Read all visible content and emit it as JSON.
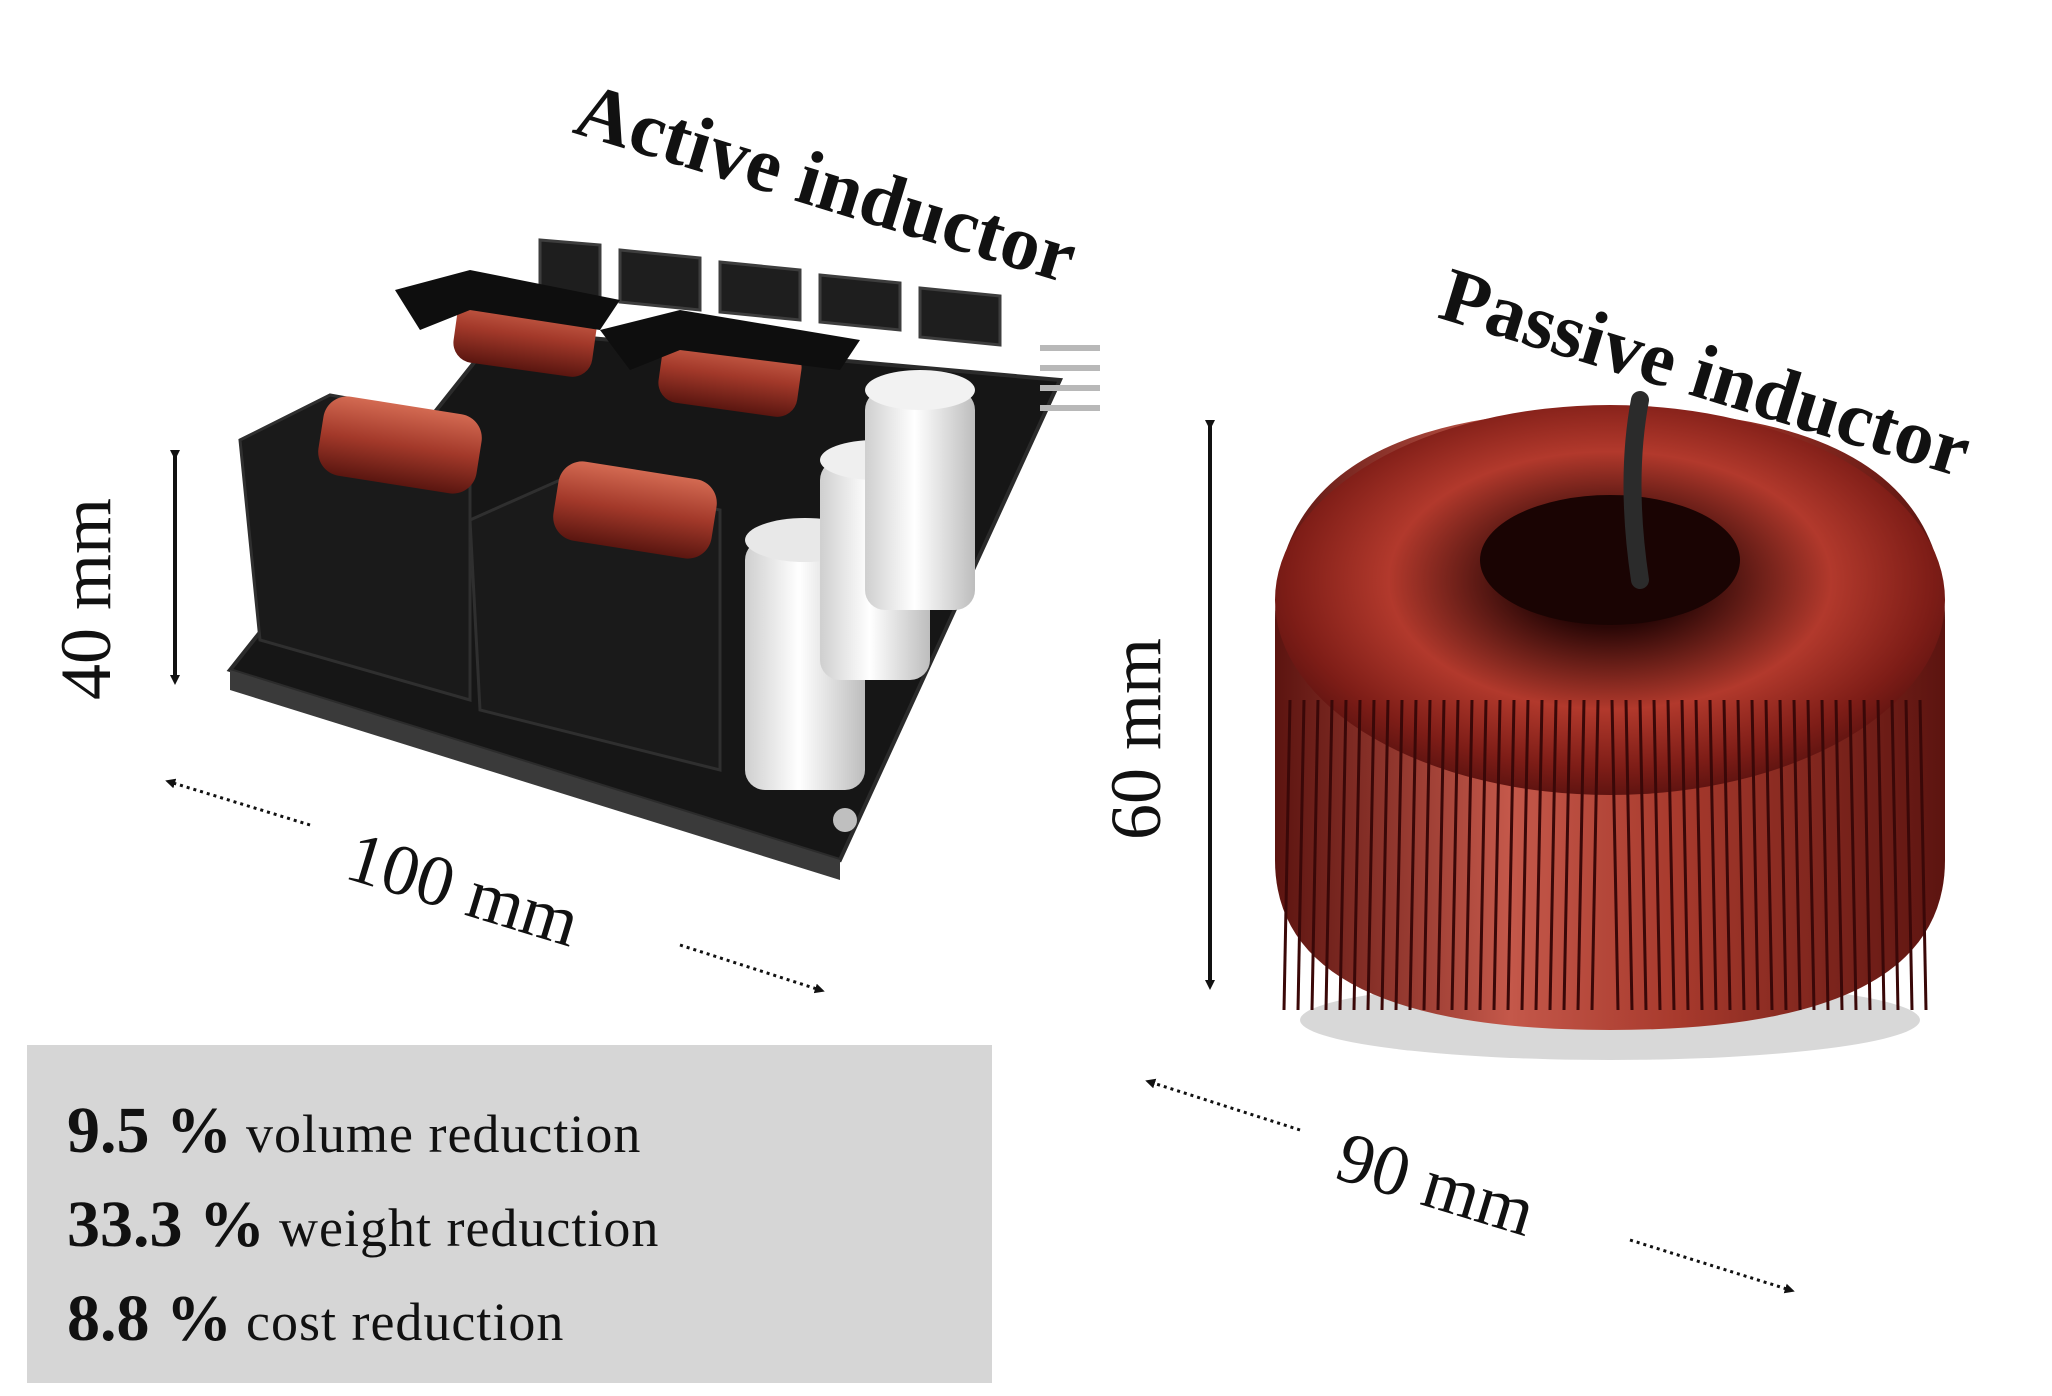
{
  "labels": {
    "active_title": "Active inductor",
    "passive_title": "Passive inductor",
    "active_height": "40 mm",
    "active_width": "100 mm",
    "passive_height": "60 mm",
    "passive_width": "90 mm"
  },
  "stats": [
    {
      "value": "9.5 %",
      "text": "volume reduction"
    },
    {
      "value": "33.3 %",
      "text": "weight reduction"
    },
    {
      "value": "8.8 %",
      "text": "cost reduction"
    }
  ],
  "colors": {
    "copper": "#9a2a24",
    "copper_dark": "#4a0d0c",
    "board": "#121212",
    "stats_bg": "#d6d6d6"
  }
}
